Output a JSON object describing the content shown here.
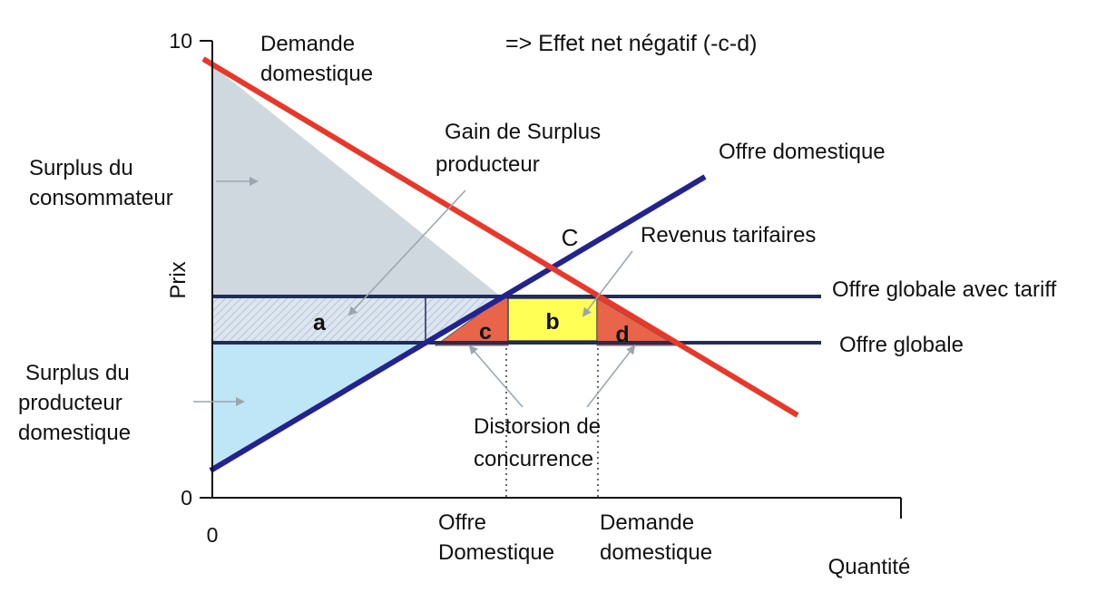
{
  "colors": {
    "demand_line": "#e8382a",
    "supply_line": "#23238f",
    "world_price_lines": "#1f2d5e",
    "consumer_surplus_fill": "#cfd8df",
    "producer_surplus_fill": "#bfe6f6",
    "area_a_fill": "#dde6f0",
    "triangle_fill": "#e8654a",
    "area_b_fill": "#ffff55",
    "pointer_arrow": "#9aa5ae"
  },
  "axes": {
    "y_label": "Prix",
    "x_label": "Quantité",
    "y_tick_top": "10",
    "y_tick_zero": "0",
    "x_tick_zero": "0"
  },
  "headline": "=> Effet net négatif (-c-d)",
  "curves": {
    "demand_label_line1": "Demande",
    "demand_label_line2": "domestique",
    "supply_label": "Offre domestique",
    "world_tariff_label": "Offre globale avec tariff",
    "world_label": "Offre globale",
    "intersection_label": "C"
  },
  "annotations": {
    "consumer_surplus_line1": "Surplus du",
    "consumer_surplus_line2": "consommateur",
    "producer_surplus_line1": "Surplus du",
    "producer_surplus_line2": "producteur",
    "producer_surplus_line3": "domestique",
    "producer_gain_line1": "Gain de Surplus",
    "producer_gain_line2": "producteur",
    "tariff_revenue": "Revenus tarifaires",
    "distortion_line1": "Distorsion de",
    "distortion_line2": "concurrence"
  },
  "areas": {
    "a": "a",
    "b": "b",
    "c": "c",
    "d": "d"
  },
  "quantity_markers": {
    "domestic_supply_line1": "Offre",
    "domestic_supply_line2": "Domestique",
    "domestic_demand_line1": "Demande",
    "domestic_demand_line2": "domestique"
  }
}
